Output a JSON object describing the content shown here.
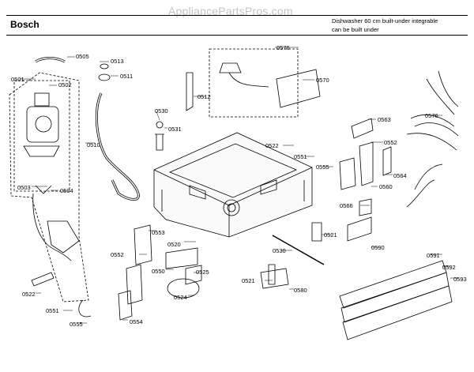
{
  "header": {
    "brand": "Bosch",
    "watermark": "AppliancePartsPros.com",
    "description_line1": "Dishwasher 60 cm built-under integrable",
    "description_line2": "can be built under"
  },
  "part_labels": [
    "0505",
    "0513",
    "0501",
    "0511",
    "0502",
    "0576",
    "0570",
    "0512",
    "0530",
    "0531",
    "0563",
    "0510",
    "0576",
    "0522",
    "0552",
    "0551",
    "0555",
    "0564",
    "0560",
    "0503",
    "0504",
    "0566",
    "0521",
    "0590",
    "0553",
    "0520",
    "0552",
    "0530",
    "0550",
    "0525",
    "0521",
    "0580",
    "0524",
    "0522",
    "0551",
    "0554",
    "0555",
    "0591",
    "0592",
    "0593"
  ],
  "colors": {
    "line": "#000000",
    "watermark": "#c4c4c4",
    "background": "#ffffff"
  }
}
